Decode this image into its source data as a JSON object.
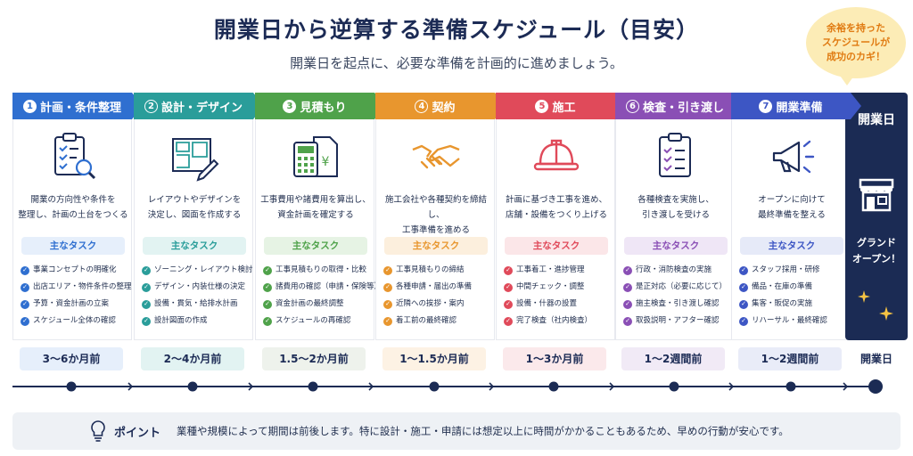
{
  "title": "開業日から逆算する準備スケジュール（目安）",
  "subtitle": "開業日を起点に、必要な準備を計画的に進めましょう。",
  "bubble": {
    "line1": "余裕を持った",
    "line2": "スケジュールが",
    "line3": "成功のカギ！"
  },
  "task_label": "主なタスク",
  "steps": [
    {
      "num": "1",
      "title": "計画・条件整理",
      "desc1": "開業の方向性や条件を",
      "desc2": "整理し、計画の土台をつくる",
      "tasks": [
        "事業コンセプトの明確化",
        "出店エリア・物件条件の整理",
        "予算・資金計画の立案",
        "スケジュール全体の確認"
      ],
      "duration": "3〜6か月前",
      "color": "#2f6fd0",
      "icon": "clipboard-search-icon"
    },
    {
      "num": "2",
      "title": "設計・デザイン",
      "desc1": "レイアウトやデザインを",
      "desc2": "決定し、図面を作成する",
      "tasks": [
        "ゾーニング・レイアウト検討",
        "デザイン・内装仕様の決定",
        "設備・貫気・給排水計画",
        "設計図面の作成"
      ],
      "duration": "2〜4か月前",
      "color": "#2a9d9a",
      "icon": "blueprint-pencil-icon"
    },
    {
      "num": "3",
      "title": "見積もり",
      "desc1": "工事費用や諸費用を算出し、",
      "desc2": "資金計画を確定する",
      "tasks": [
        "工事見積もりの取得・比較",
        "諸費用の確認（申請・保険等）",
        "資金計画の最終調整",
        "スケジュールの再確認"
      ],
      "duration": "1.5〜2か月前",
      "color": "#4fa24a",
      "icon": "calculator-document-icon"
    },
    {
      "num": "4",
      "title": "契約",
      "desc1": "施工会社や各種契約を締結し、",
      "desc2": "工事準備を進める",
      "tasks": [
        "工事見積もりの締結",
        "各種申請・届出の準備",
        "近隣への挨拶・案内",
        "着工前の最終確認"
      ],
      "duration": "1〜1.5か月前",
      "color": "#e8962e",
      "icon": "handshake-icon"
    },
    {
      "num": "5",
      "title": "施工",
      "desc1": "計画に基づき工事を進め、",
      "desc2": "店舗・設備をつくり上げる",
      "tasks": [
        "工事着工・進捗管理",
        "中間チェック・調整",
        "設備・什器の設置",
        "完了検査（社内検査）"
      ],
      "duration": "1〜3か月前",
      "color": "#e04a5a",
      "icon": "hard-hat-icon"
    },
    {
      "num": "6",
      "title": "検査・引き渡し",
      "desc1": "各種検査を実施し、",
      "desc2": "引き渡しを受ける",
      "tasks": [
        "行政・消防検査の実施",
        "是正対応（必要に応じて）",
        "施主検査・引き渡し確認",
        "取扱説明・アフター確認"
      ],
      "duration": "1〜2週間前",
      "color": "#8a4fb5",
      "icon": "checklist-icon"
    },
    {
      "num": "7",
      "title": "開業準備",
      "desc1": "オープンに向けて",
      "desc2": "最終準備を整える",
      "tasks": [
        "スタッフ採用・研修",
        "備品・在庫の準備",
        "集客・販促の実施",
        "リハーサル・最終確認"
      ],
      "duration": "1〜2週間前",
      "color": "#3d56c4",
      "icon": "megaphone-icon"
    }
  ],
  "opening": {
    "title": "開業日",
    "sub1": "グランド",
    "sub2": "オープン！",
    "duration": "開業日",
    "icon": "store-icon"
  },
  "point": {
    "title": "ポイント",
    "text": "業種や規模によって期間は前後します。特に設計・施工・申請には想定以上に時間がかかることもあるため、早めの行動が安心です。"
  },
  "colors": {
    "navy": "#1b2b54",
    "accent": "#e07b12"
  }
}
